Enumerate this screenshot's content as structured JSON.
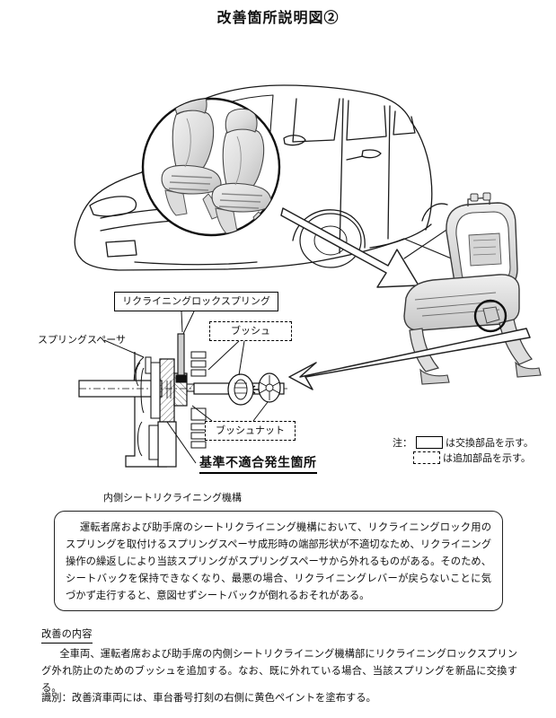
{
  "document": {
    "title": "改善箇所説明図②"
  },
  "diagram": {
    "vehicle_illustration": "minivan-front-three-quarter-line-art",
    "seat_callout": "front-seats-pair-in-circle",
    "seat_frame_illustration": "seat-frame-skeleton-with-recliner-circle",
    "mechanism_illustration": "recliner-mechanism-cross-section",
    "labels": {
      "lock_spring": "リクライニングロックスプリング",
      "bush": "ブッシュ",
      "bush_nut": "ブッシュナット",
      "spring_spacer": "スプリングスペーサ",
      "defect_location": "基準不適合発生箇所",
      "figure_caption": "内側シートリクライニング機構"
    }
  },
  "legend": {
    "prefix": "注：",
    "solid_text": "は交換部品を示す。",
    "dashed_text": "は追加部品を示す。"
  },
  "description": {
    "text": "運転者席および助手席のシートリクライニング機構において、リクライニングロック用のスプリングを取付けるスプリングスペーサ成形時の端部形状が不適切なため、リクライニング操作の繰返しにより当該スプリングがスプリングスペーサから外れるものがある。そのため、シートバックを保持できなくなり、最悪の場合、リクライニングレバーが戻らないことに気づかず走行すると、意図せずシートバックが倒れるおそれがある。"
  },
  "improvement": {
    "heading": "改善の内容",
    "body": "全車両、運転者席および助手席の内側シートリクライニング機構部にリクライニングロックスプリング外れ防止のためのブッシュを追加する。なお、既に外れている場合、当該スプリングを新品に交換する。"
  },
  "identification": {
    "text": "識別：改善済車両には、車台番号打刻の右側に黄色ペイントを塗布する。"
  },
  "colors": {
    "ink": "#111111",
    "line": "#333333",
    "shade_light": "#e9e9e9",
    "shade_mid": "#cfcfcf",
    "shade_dark": "#a8a8a8"
  }
}
